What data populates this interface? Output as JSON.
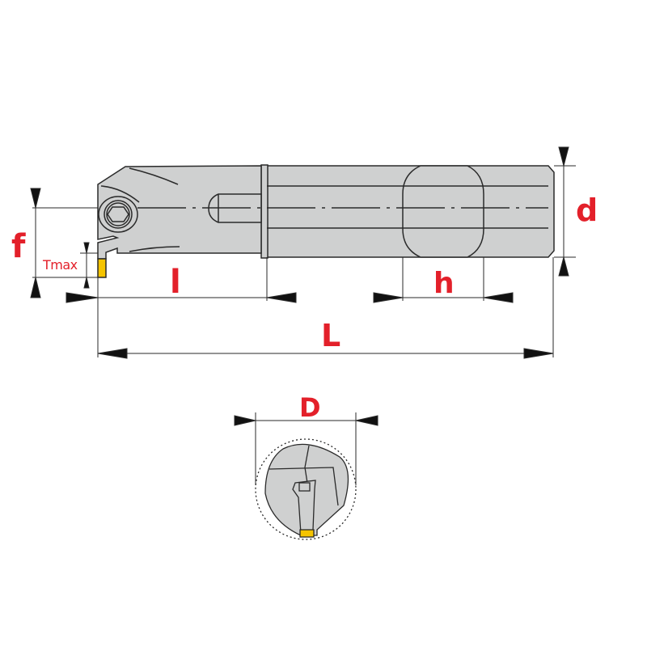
{
  "colors": {
    "body": "#cfd0d0",
    "outline": "#2a2a2a",
    "label": "#e3202a",
    "insert": "#f5c400"
  },
  "labels": {
    "f": "f",
    "tmax": "Tmax",
    "l": "l",
    "h": "h",
    "d": "d",
    "L": "L",
    "D": "D"
  }
}
